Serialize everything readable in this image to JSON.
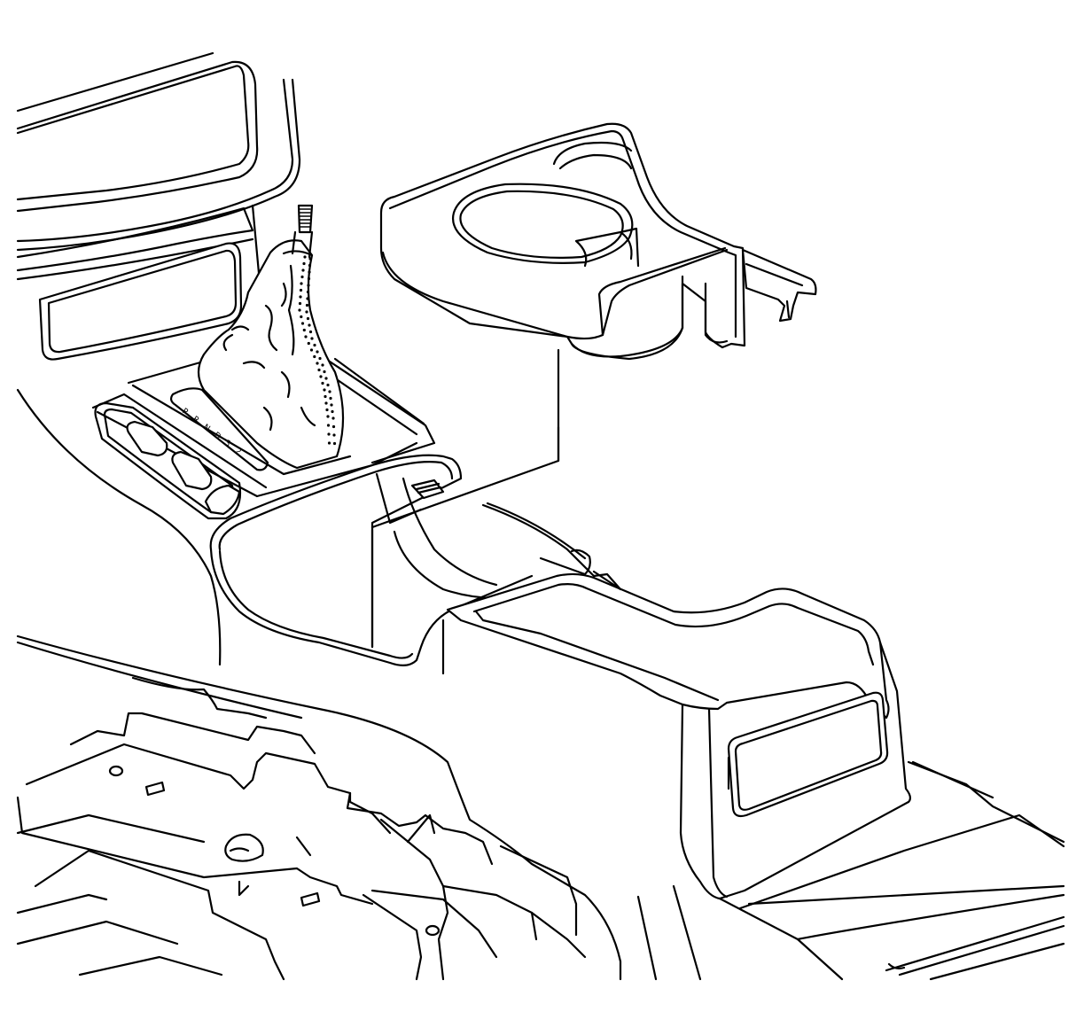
{
  "shift_indicator": {
    "labels": [
      "P",
      "R",
      "N",
      "D",
      "3",
      "2"
    ]
  }
}
